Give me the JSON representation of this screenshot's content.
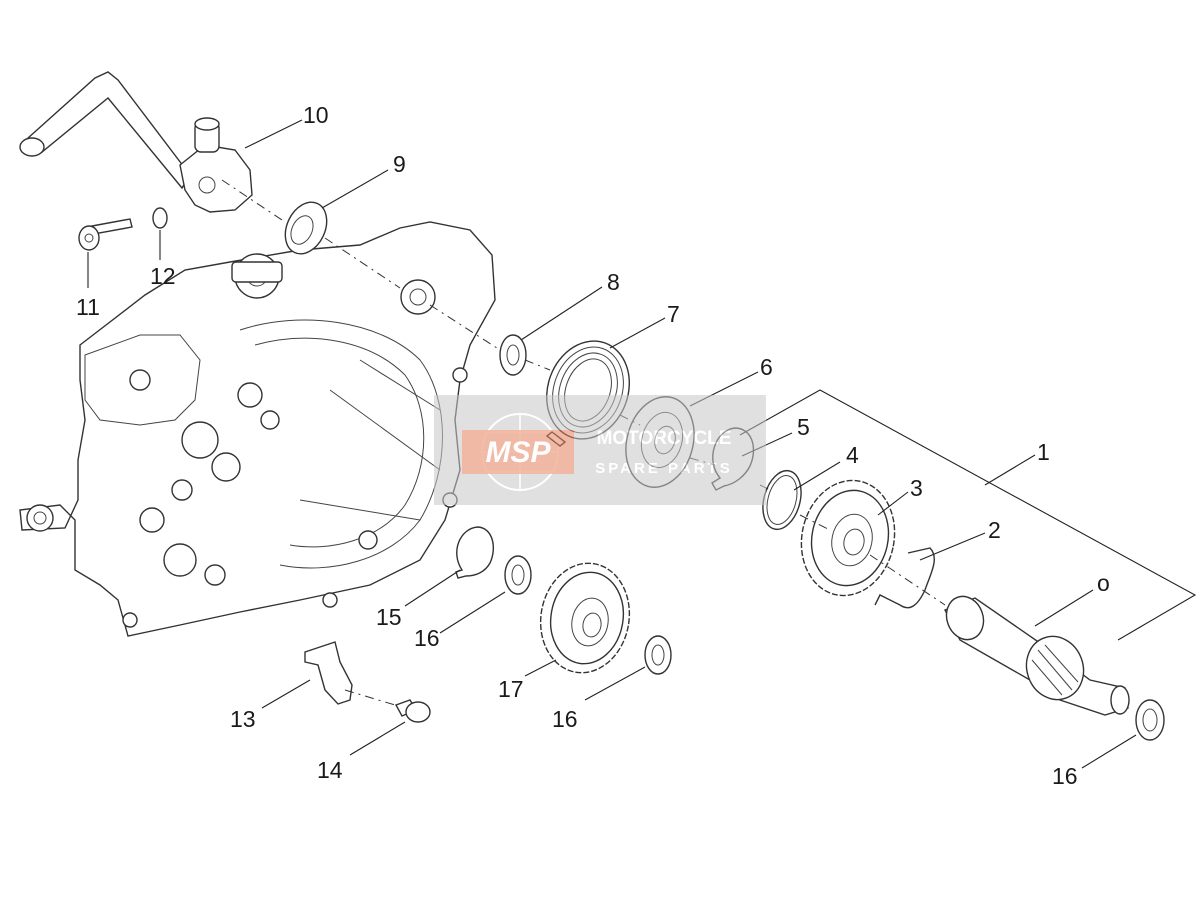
{
  "callouts": {
    "c1": "1",
    "c2": "2",
    "c3": "3",
    "c4": "4",
    "c5": "5",
    "c6": "6",
    "c7": "7",
    "c8": "8",
    "c9": "9",
    "c10": "10",
    "c11": "11",
    "c12": "12",
    "c13": "13",
    "c14": "14",
    "c15": "15",
    "c16a": "16",
    "c16b": "16",
    "c16c": "16",
    "c17": "17",
    "c0": "o"
  },
  "watermark": {
    "logo": "MSP",
    "line1": "MOTORCYCLE",
    "line2": "SPARE PARTS"
  },
  "colors": {
    "line": "#222222",
    "watermark_panel": "#c8c8c8",
    "watermark_logo": "#e8734a"
  }
}
